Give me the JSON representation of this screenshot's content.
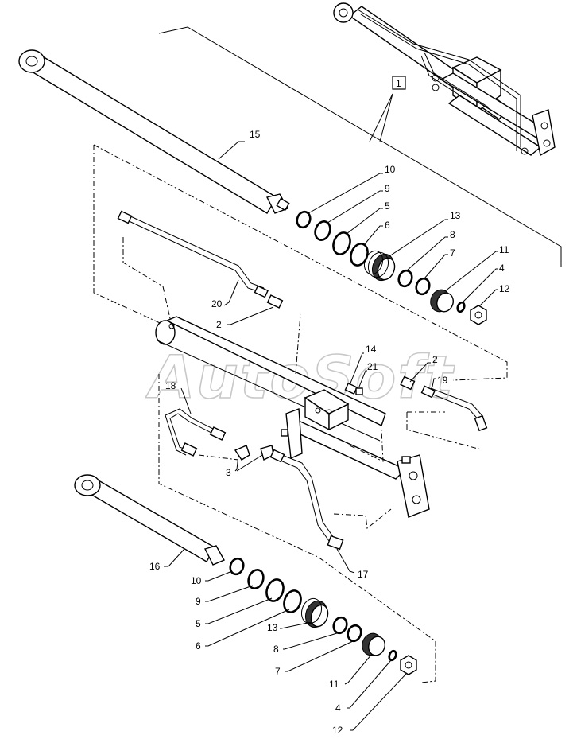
{
  "watermark": "AutoSoft",
  "callouts": {
    "assembly": "1",
    "top_rod": "15",
    "bottom_rod": "16",
    "top_parts": [
      "10",
      "9",
      "5",
      "6",
      "13",
      "8",
      "7",
      "11",
      "4",
      "12"
    ],
    "bottom_parts": [
      "10",
      "9",
      "5",
      "6",
      "13",
      "8",
      "7",
      "11",
      "4",
      "12"
    ],
    "pipe_upper_left": "20",
    "fitting_left": "2",
    "fitting_right": "2",
    "block_fitting_a": "14",
    "block_fitting_b": "21",
    "pipe_right": "19",
    "pipe_left": "18",
    "elbows": "3",
    "pipe_lower": "17"
  }
}
